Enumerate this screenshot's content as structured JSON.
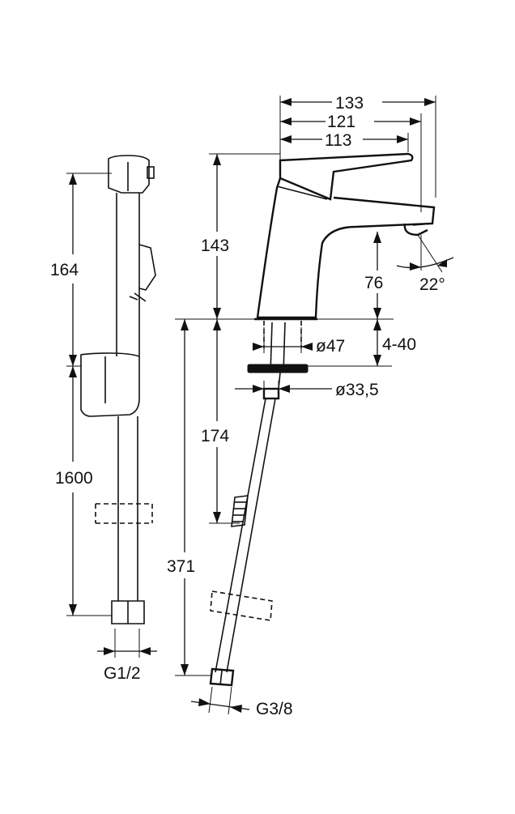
{
  "dimensions": {
    "w133": "133",
    "w121": "121",
    "w113": "113",
    "h143": "143",
    "h76": "76",
    "a22": "22°",
    "d47": "ø47",
    "r4_40": "4-40",
    "d33_5": "ø33,5",
    "h174": "174",
    "h371": "371",
    "g38": "G3/8",
    "h164": "164",
    "h1600": "1600",
    "g12": "G1/2"
  }
}
